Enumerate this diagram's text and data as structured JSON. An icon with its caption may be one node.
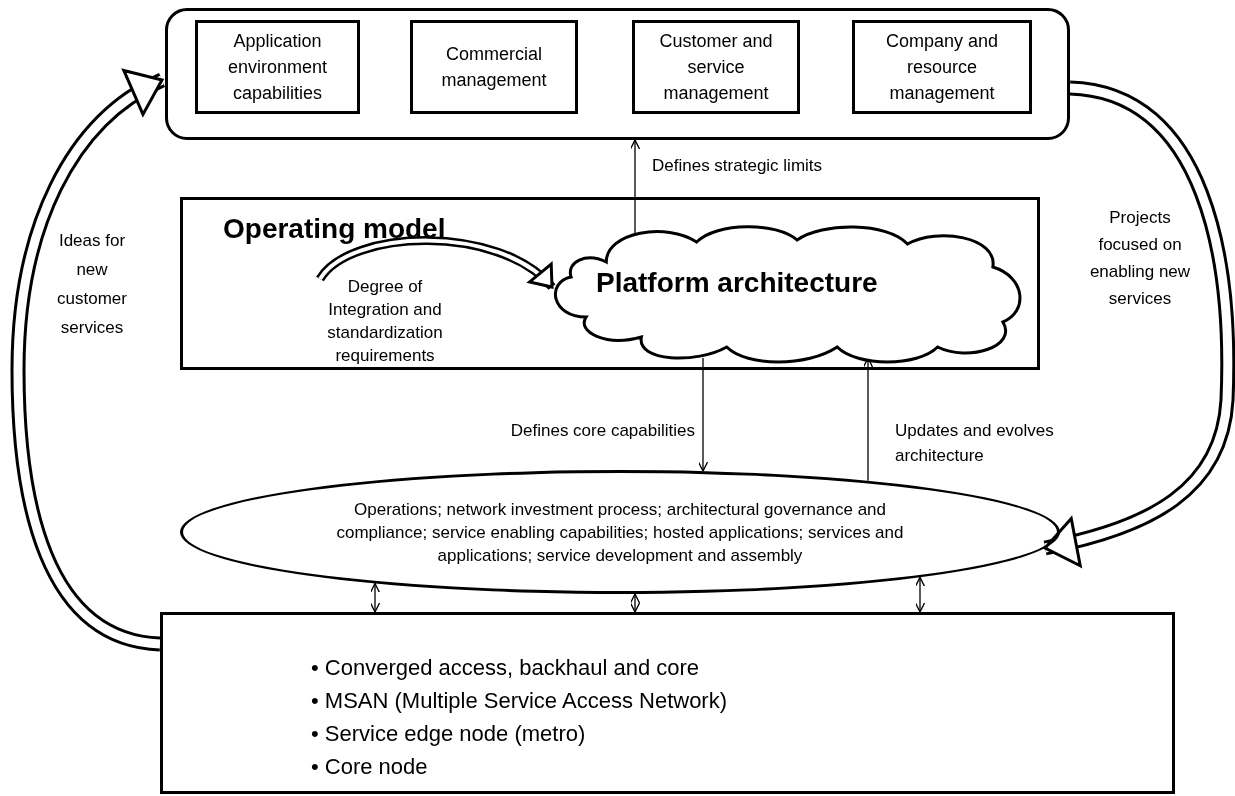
{
  "diagram": {
    "nodes": [
      {
        "text": [],
        "shape": "box"
      },
      {
        "text": [
          "Application environment capabilities"
        ],
        "in": 0
      },
      {
        "text": [
          "Commercial management"
        ],
        "in": 0
      },
      {
        "text": [
          "Customer and service management"
        ],
        "in": 0
      },
      {
        "text": [
          "Company and resource management"
        ],
        "in": 0
      },
      {
        "text": [
          "Operating model"
        ]
      },
      {
        "text": [
          "Degree of Integration and standardization requirements"
        ],
        "in": 5
      },
      {
        "text": [
          "Platform architecture"
        ],
        "in": 5
      },
      {
        "text": [
          "Operations; network investment process; architectural governance and compliance; service enabling capabilities; hosted applications; services and applications; service development and assembly"
        ]
      },
      {
        "text": [
          "• Converged access, backhaul and core",
          "• MSAN (Multiple Service Access Network)",
          "• Service edge node (metro)",
          "• Core node"
        ]
      }
    ],
    "edges": [
      {
        "from": 6,
        "to": 7,
        "arrow": "to",
        "style": "thick"
      },
      {
        "from": 7,
        "to": 0,
        "arrow": "to",
        "label": "Defines strategic limits"
      },
      {
        "from": 7,
        "to": 8,
        "arrow": "to",
        "label": "Defines core capabilities"
      },
      {
        "from": 8,
        "to": 7,
        "arrow": "to",
        "label": "Updates and evolves architecture"
      },
      {
        "from": 8,
        "to": 9,
        "arrow": "both"
      },
      {
        "from": 8,
        "to": 9,
        "arrow": "both"
      },
      {
        "from": 8,
        "to": 9,
        "arrow": "both"
      },
      {
        "from": 9,
        "to": 0,
        "arrow": "to",
        "style": "thick",
        "label": "Ideas for new customer services"
      },
      {
        "from": 0,
        "to": 8,
        "arrow": "to",
        "style": "thick",
        "label": "Projects focused on enabling new services"
      }
    ]
  }
}
